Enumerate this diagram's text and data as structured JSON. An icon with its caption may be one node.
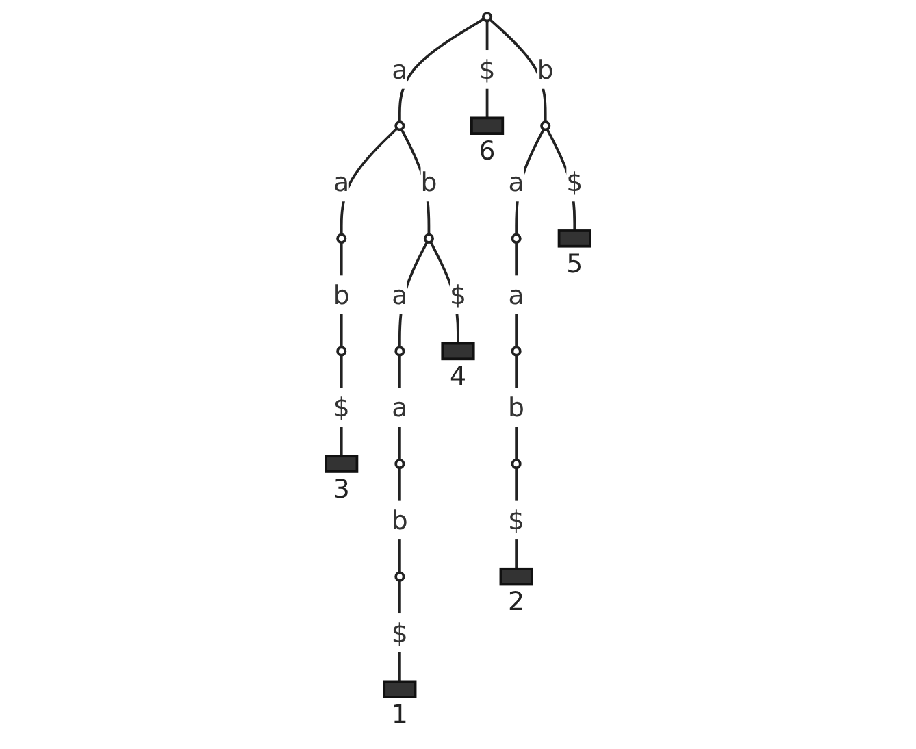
{
  "diagram": {
    "nodes": [
      {
        "text": [],
        "shape": "circle"
      },
      {
        "text": [],
        "shape": "circle"
      },
      {
        "text": [],
        "shape": "box",
        "beside": [
          "6"
        ]
      },
      {
        "text": [],
        "shape": "circle"
      },
      {
        "text": [],
        "shape": "circle"
      },
      {
        "text": [],
        "shape": "circle"
      },
      {
        "text": [],
        "shape": "circle"
      },
      {
        "text": [],
        "shape": "box",
        "beside": [
          "5"
        ]
      },
      {
        "text": [],
        "shape": "circle"
      },
      {
        "text": [],
        "shape": "circle"
      },
      {
        "text": [],
        "shape": "box",
        "beside": [
          "4"
        ]
      },
      {
        "text": [],
        "shape": "circle"
      },
      {
        "text": [],
        "shape": "box",
        "beside": [
          "3"
        ]
      },
      {
        "text": [],
        "shape": "circle"
      },
      {
        "text": [],
        "shape": "circle"
      },
      {
        "text": [],
        "shape": "circle"
      },
      {
        "text": [],
        "shape": "box",
        "beside": [
          "2"
        ]
      },
      {
        "text": [],
        "shape": "box",
        "beside": [
          "1"
        ]
      }
    ],
    "edges": [
      {
        "from": 0,
        "to": 1,
        "arrow": "none",
        "label": "a"
      },
      {
        "from": 0,
        "to": 2,
        "arrow": "none",
        "label": "$"
      },
      {
        "from": 0,
        "to": 3,
        "arrow": "none",
        "label": "b"
      },
      {
        "from": 1,
        "to": 4,
        "arrow": "none",
        "label": "a"
      },
      {
        "from": 1,
        "to": 5,
        "arrow": "none",
        "label": "b"
      },
      {
        "from": 3,
        "to": 6,
        "arrow": "none",
        "label": "a"
      },
      {
        "from": 3,
        "to": 7,
        "arrow": "none",
        "label": "$"
      },
      {
        "from": 4,
        "to": 8,
        "arrow": "none",
        "label": "b"
      },
      {
        "from": 5,
        "to": 9,
        "arrow": "none",
        "label": "a"
      },
      {
        "from": 5,
        "to": 10,
        "arrow": "none",
        "label": "$"
      },
      {
        "from": 6,
        "to": 11,
        "arrow": "none",
        "label": "a"
      },
      {
        "from": 8,
        "to": 12,
        "arrow": "none",
        "label": "$"
      },
      {
        "from": 9,
        "to": 13,
        "arrow": "none",
        "label": "a"
      },
      {
        "from": 11,
        "to": 14,
        "arrow": "none",
        "label": "b"
      },
      {
        "from": 13,
        "to": 15,
        "arrow": "none",
        "label": "b"
      },
      {
        "from": 14,
        "to": 16,
        "arrow": "none",
        "label": "$"
      },
      {
        "from": 15,
        "to": 17,
        "arrow": "none",
        "label": "$"
      }
    ]
  }
}
